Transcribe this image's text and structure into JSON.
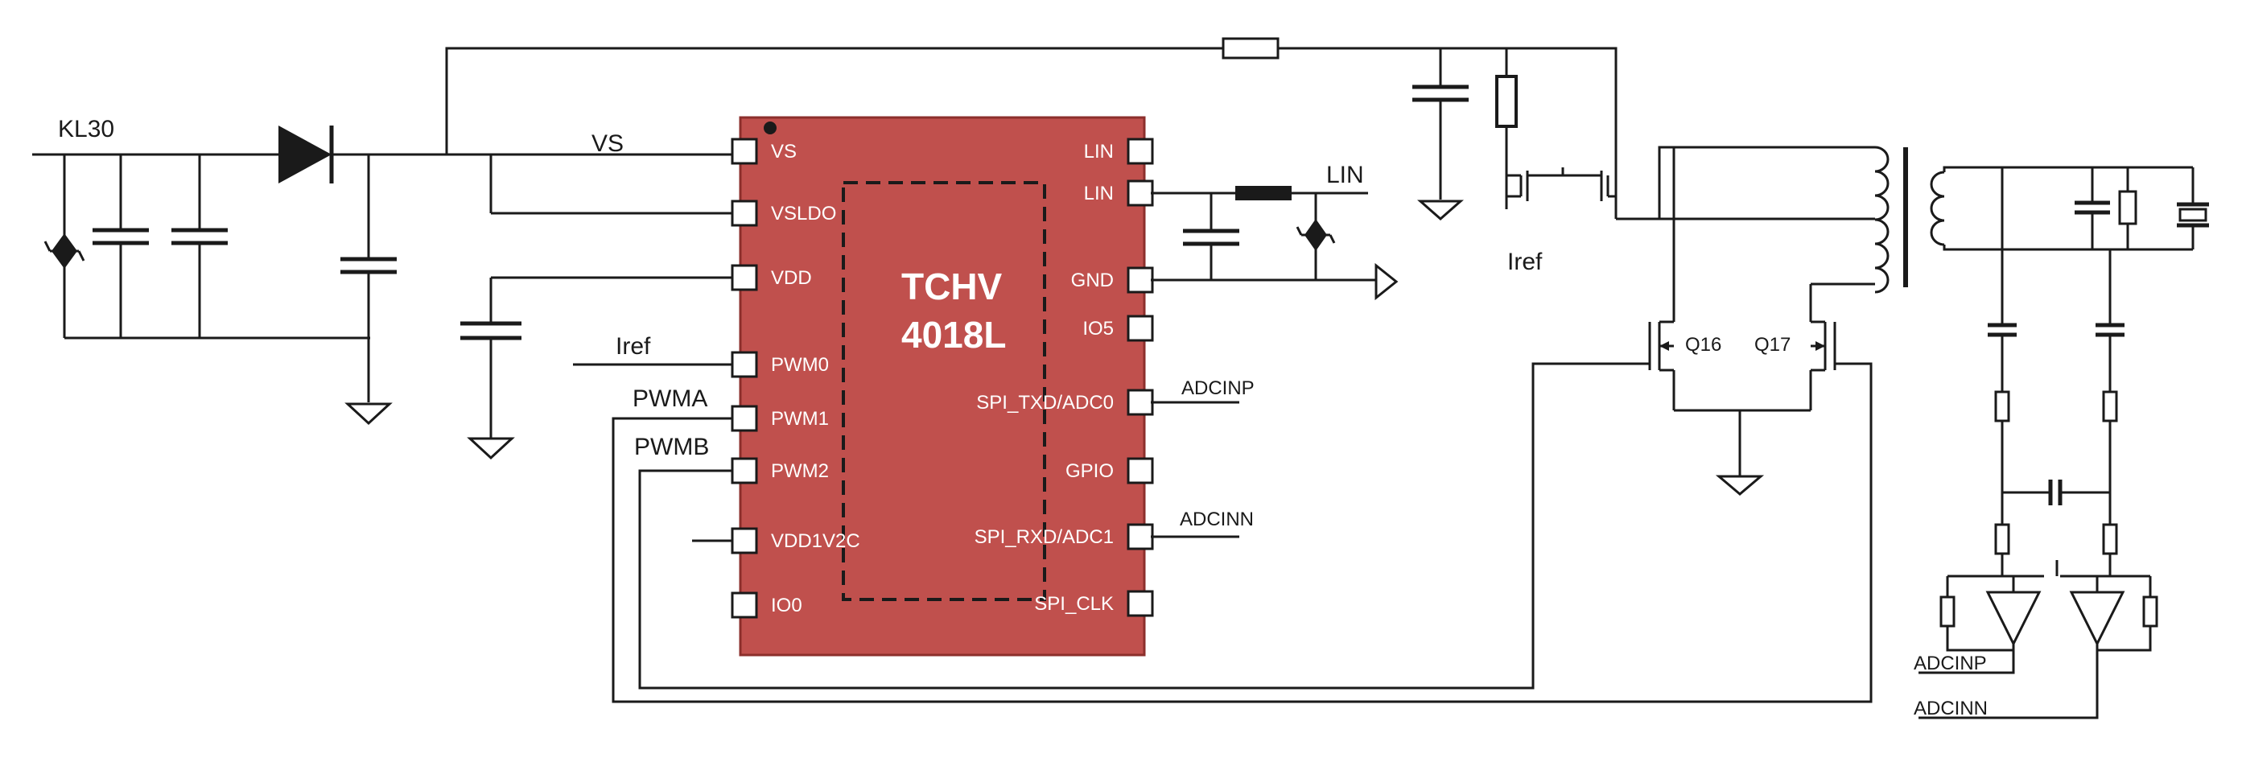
{
  "chip": {
    "name_line1": "TCHV",
    "name_line2": "4018L",
    "body_color": "#c0504d",
    "left_pins": [
      "VS",
      "VSLDO",
      "VDD",
      "PWM0",
      "PWM1",
      "PWM2",
      "VDD1V2C",
      "IO0"
    ],
    "right_pins": [
      "LIN",
      "LIN",
      "GND",
      "IO5",
      "SPI_TXD/ADC0",
      "GPIO",
      "SPI_RXD/ADC1",
      "SPI_CLK"
    ]
  },
  "nets": {
    "kl30": "KL30",
    "vs": "VS",
    "iref_left": "Iref",
    "pwma": "PWMA",
    "pwmb": "PWMB",
    "lin": "LIN",
    "adcinp": "ADCINP",
    "adcinn": "ADCINN",
    "iref_right": "Iref",
    "adcinp_bottom": "ADCINP",
    "adcinn_bottom": "ADCINN"
  },
  "transistors": {
    "q16": "Q16",
    "q17": "Q17"
  }
}
